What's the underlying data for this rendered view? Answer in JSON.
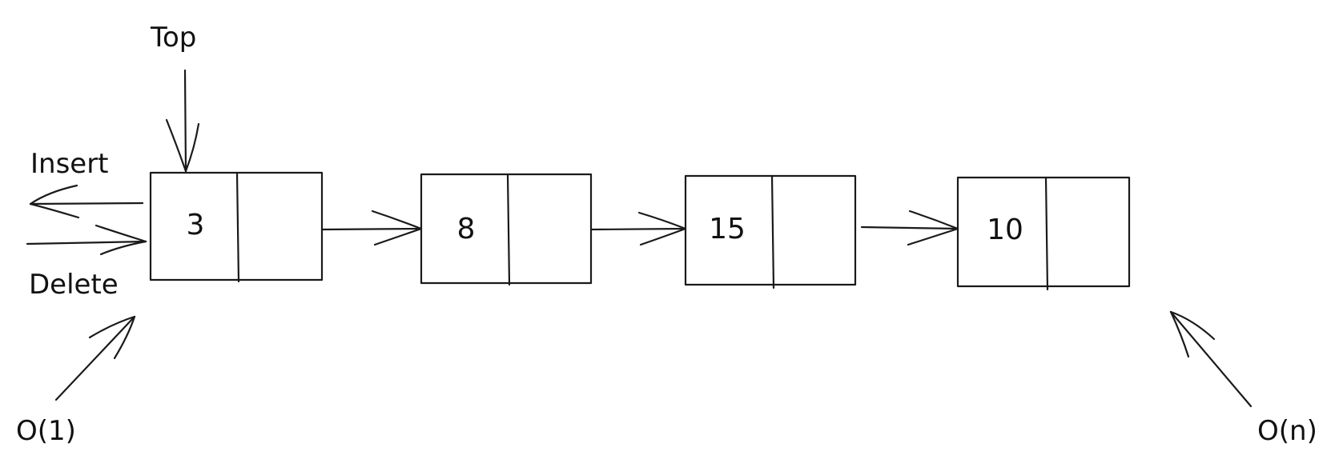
{
  "labels": {
    "top": "Top",
    "insert": "Insert",
    "delete": "Delete",
    "o1": "O(1)",
    "on": "O(n)"
  },
  "nodes": [
    {
      "value": "3"
    },
    {
      "value": "8"
    },
    {
      "value": "15"
    },
    {
      "value": "10"
    }
  ]
}
